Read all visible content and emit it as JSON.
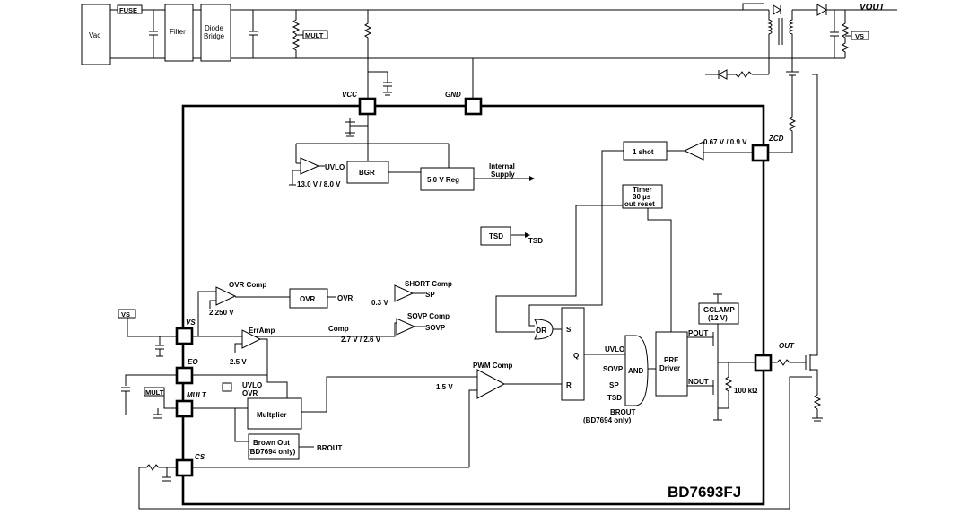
{
  "diagram": {
    "part_number": "BD7693FJ",
    "external": {
      "vac": "Vac",
      "fuse": "FUSE",
      "filter": "Filter",
      "diode_bridge_line1": "Diode",
      "diode_bridge_line2": "Bridge",
      "mult_tag": "MULT",
      "vout": "VOUT",
      "vs_tag_right": "VS",
      "vs_tag_left": "VS",
      "mult_tag_lower": "MULT"
    },
    "pins": {
      "vcc": "VCC",
      "gnd": "GND",
      "zcd": "ZCD",
      "vs": "VS",
      "eo": "EO",
      "mult": "MULT",
      "cs": "CS",
      "out": "OUT"
    },
    "blocks": {
      "uvlo": "UVLO",
      "uvlo_threshold": "13.0 V / 8.0 V",
      "bgr": "BGR",
      "reg": "5.0 V  Reg",
      "internal_supply_line1": "Internal",
      "internal_supply_line2": "Supply",
      "tsd_box": "TSD",
      "tsd_out": "TSD",
      "one_shot": "1 shot",
      "zcd_threshold": "0.67 V / 0.9 V",
      "timer_line1": "Timer",
      "timer_line2": "30 µs",
      "timer_line3": "out  reset",
      "ovr_comp": "OVR Comp",
      "ovr_ref": "2.250 V",
      "ovr_box": "OVR",
      "ovr_out": "OVR",
      "short_comp": "SHORT Comp",
      "short_out": "SP",
      "short_ref": "0.3 V",
      "sovp_comp": "SOVP Comp",
      "sovp_comp_label": "Comp",
      "sovp_out": "SOVP",
      "sovp_ref": "2.7 V / 2.6 V",
      "err_amp": "ErrAmp",
      "err_ref": "2.5 V",
      "uvlo_ovr_line1": "UVLO",
      "uvlo_ovr_line2": "OVR",
      "multiplier": "Multplier",
      "brownout_line1": "Brown Out",
      "brownout_line2": "(BD7694 only)",
      "brout": "BROUT",
      "pwm_comp": "PWM Comp",
      "pwm_ref": "1.5 V",
      "or_gate": "OR",
      "sr_s": "S",
      "sr_q": "Q",
      "sr_r": "R",
      "and_gate": "AND",
      "and_uvlo": "UVLO",
      "and_sovp": "SOVP",
      "and_sp": "SP",
      "and_tsd": "TSD",
      "and_brout_line1": "BROUT",
      "and_brout_line2": "(BD7694 only)",
      "pre_driver_line1": "PRE",
      "pre_driver_line2": "Driver",
      "gclamp_line1": "GCLAMP",
      "gclamp_line2": "(12 V)",
      "pout": "POUT",
      "nout": "NOUT",
      "pulldown": "100 kΩ",
      "out_label": "OUT"
    }
  }
}
